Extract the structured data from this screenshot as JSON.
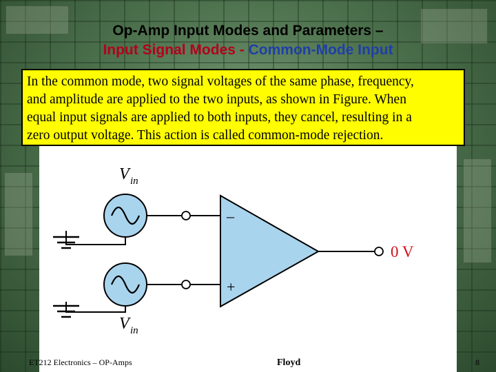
{
  "title": {
    "line1": "Op-Amp Input Modes and Parameters –",
    "line2_part1": "Input Signal Modes -",
    "line2_part2": " Common-Mode Input"
  },
  "description": {
    "lines": [
      "In the common mode, two signal voltages of the same phase, frequency,",
      "and amplitude are applied to the two inputs, as shown in Figure. When",
      "equal input signals are applied to both inputs, they cancel, resulting in a",
      "zero output voltage. This action is called common-mode rejection."
    ]
  },
  "diagram": {
    "source_label_top": "V",
    "source_label_top_sub": "in",
    "source_label_bottom": "V",
    "source_label_bottom_sub": "in",
    "inverting_symbol": "–",
    "noninverting_symbol": "+",
    "output_label": "0 V"
  },
  "footer": {
    "left": "ET212 Electronics – OP-Amps",
    "center": "Floyd",
    "page": "8"
  },
  "colors": {
    "title_red": "#b3001b",
    "title_blue": "#1f3fa6",
    "highlight": "#fffd00",
    "source_fill": "#a9d4ee",
    "opamp_fill": "#a9d4ee",
    "output_label": "#d0101a"
  }
}
